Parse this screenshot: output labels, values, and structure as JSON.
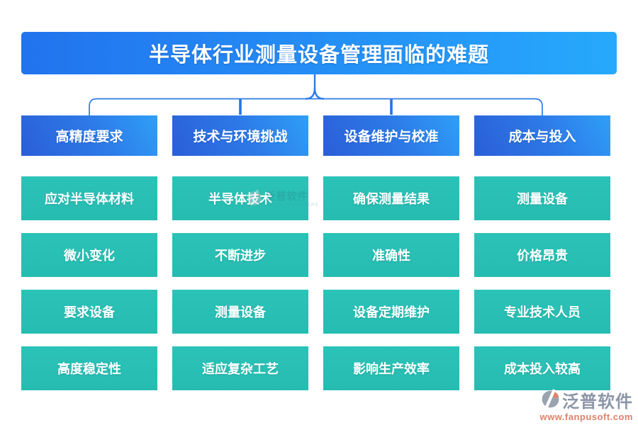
{
  "title": "半导体行业测量设备管理面临的难题",
  "columns": [
    {
      "header": "高精度要求",
      "items": [
        "应对半导体材料",
        "微小变化",
        "要求设备",
        "高度稳定性"
      ]
    },
    {
      "header": "技术与环境挑战",
      "items": [
        "半导体技术",
        "不断进步",
        "测量设备",
        "适应复杂工艺"
      ]
    },
    {
      "header": "设备维护与校准",
      "items": [
        "确保测量结果",
        "准确性",
        "设备定期维护",
        "影响生产效率"
      ]
    },
    {
      "header": "成本与投入",
      "items": [
        "测量设备",
        "价格昂贵",
        "专业技术人员",
        "成本投入较高"
      ]
    }
  ],
  "watermark": {
    "brand": "泛普软件",
    "subtitle": "FANPU SOFTWARE"
  },
  "footer": {
    "brand": "泛普软件",
    "url": "www.fanpusoft.com"
  },
  "colors": {
    "title_gradient_start": "#2273ee",
    "title_gradient_end": "#26a9fc",
    "header_gradient_start": "#2a5ed8",
    "header_gradient_end": "#2f9ff7",
    "item_teal": "#29bfb4",
    "connector_blue": "#2e7be9",
    "footer_brand_grey": "#8d96a8",
    "footer_url_orange": "#e0826a"
  }
}
